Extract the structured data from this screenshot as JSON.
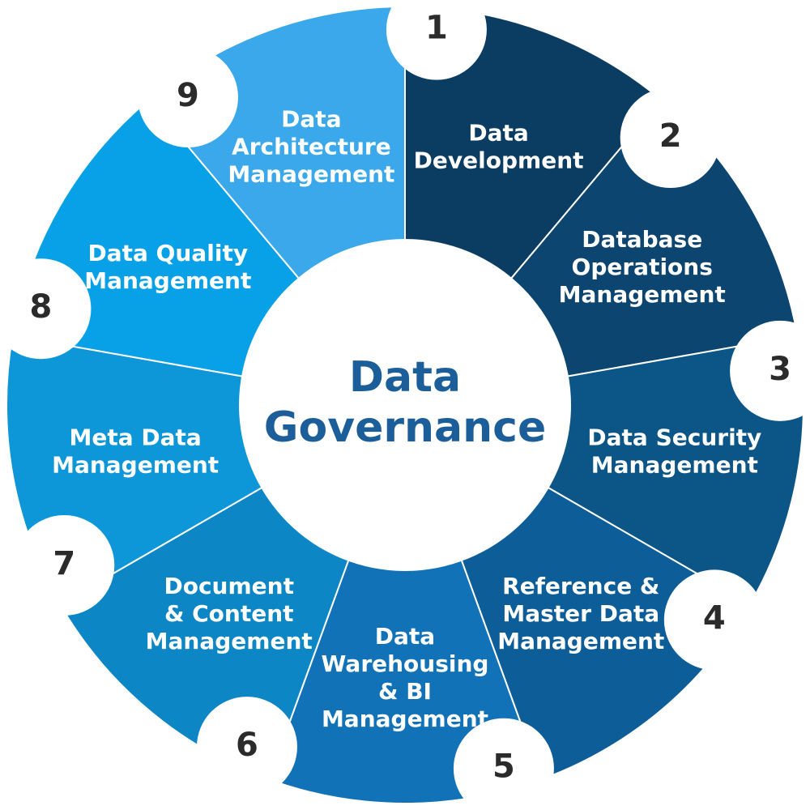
{
  "center": {
    "title_lines": [
      "Data",
      "Governance"
    ]
  },
  "segments": [
    {
      "number": "1",
      "label_lines": [
        "Data",
        "Development"
      ],
      "color": "#0b3c61"
    },
    {
      "number": "2",
      "label_lines": [
        "Database",
        "Operations",
        "Management"
      ],
      "color": "#0c4570"
    },
    {
      "number": "3",
      "label_lines": [
        "Data Security",
        "Management"
      ],
      "color": "#0c5587"
    },
    {
      "number": "4",
      "label_lines": [
        "Reference &",
        "Master Data",
        "Management"
      ],
      "color": "#0d5e98"
    },
    {
      "number": "5",
      "label_lines": [
        "Data",
        "Warehousing",
        "& BI",
        "Management"
      ],
      "color": "#1272b8"
    },
    {
      "number": "6",
      "label_lines": [
        "Document",
        "& Content",
        "Management"
      ],
      "color": "#0d86c5"
    },
    {
      "number": "7",
      "label_lines": [
        "Meta Data",
        "Management"
      ],
      "color": "#0d96d8"
    },
    {
      "number": "8",
      "label_lines": [
        "Data Quality",
        "Management"
      ],
      "color": "#08a0e6"
    },
    {
      "number": "9",
      "label_lines": [
        "Data",
        "Architecture",
        "Management"
      ],
      "color": "#3aa8ea"
    }
  ]
}
